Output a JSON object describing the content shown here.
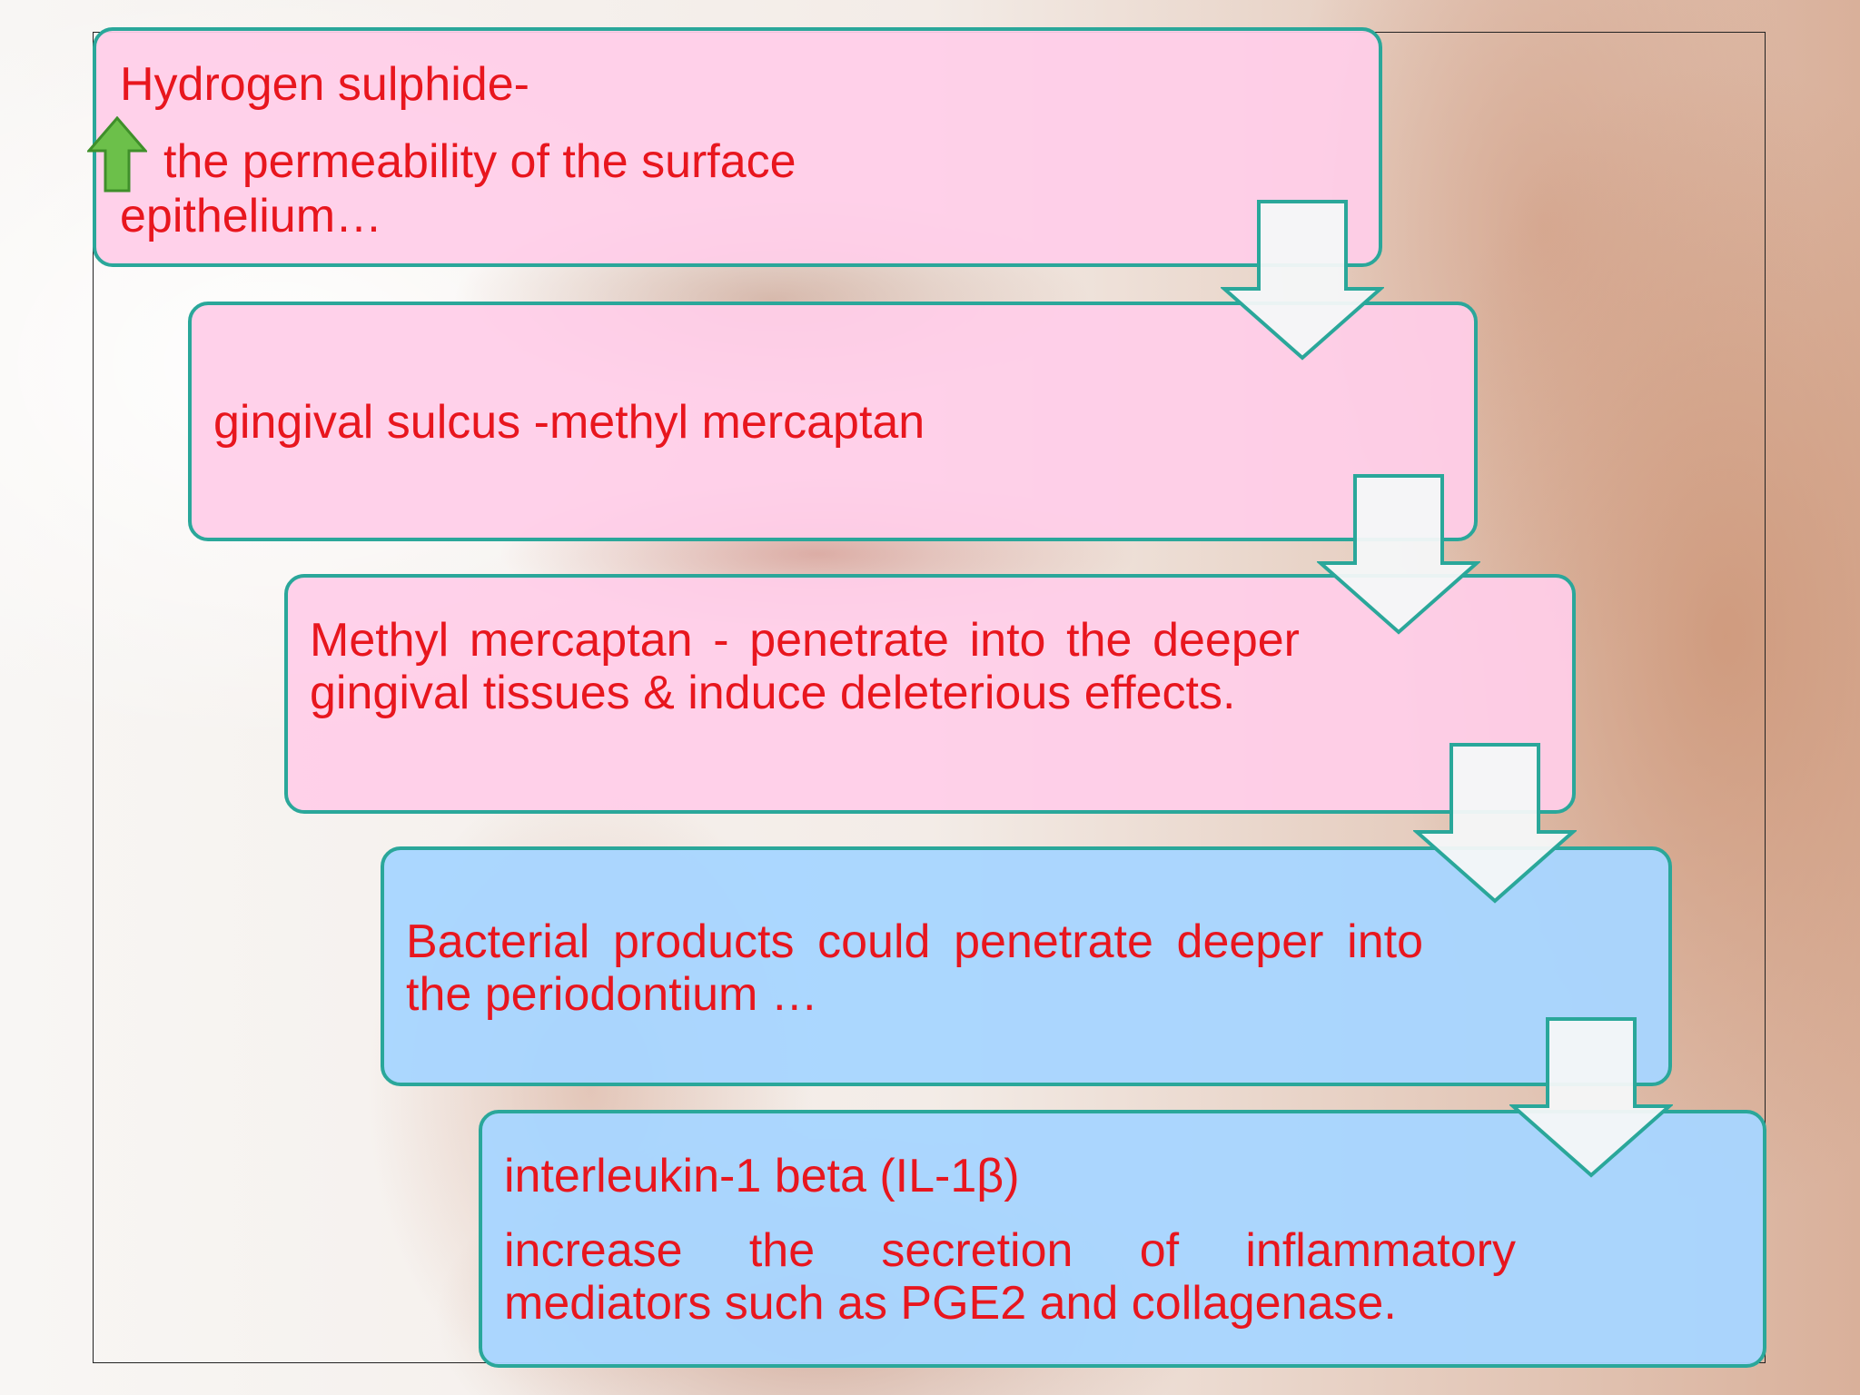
{
  "colors": {
    "pink_box": "#ffcde8",
    "blue_box": "#a8d5ff",
    "border": "#2aa79a",
    "text": "#e8161e",
    "arrow_fill": "#f4f7f8",
    "up_arrow": "#6cc04a"
  },
  "steps": [
    {
      "heading": "Hydrogen sulphide-",
      "body": "the permeability of the surface epithelium…",
      "icon": "up-arrow-icon"
    },
    {
      "body": "gingival sulcus -methyl mercaptan"
    },
    {
      "body": "Methyl mercaptan - penetrate into the deeper gingival tissues & induce deleterious effects."
    },
    {
      "body": "Bacterial products could penetrate deeper into the periodontium …"
    },
    {
      "heading": "interleukin-1 beta (IL-1β)",
      "body": "increase the secretion of inflammatory mediators such as PGE2 and collagenase."
    }
  ]
}
